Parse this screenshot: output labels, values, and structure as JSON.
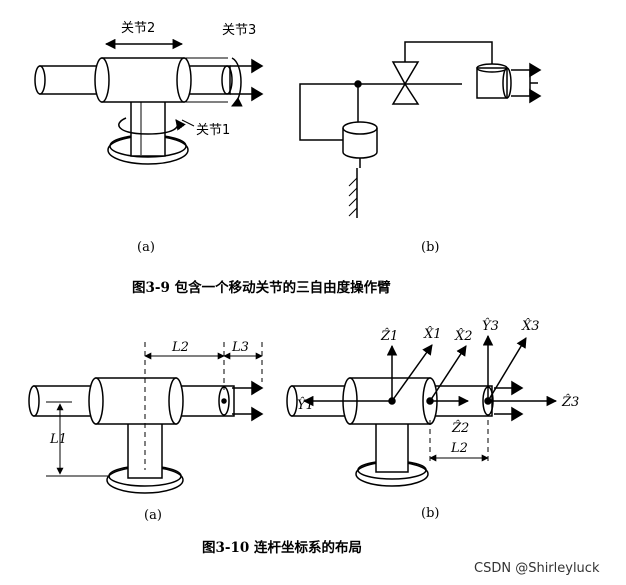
{
  "fig9": {
    "joint2_label": "关节2",
    "joint3_label": "关节3",
    "joint1_label": "关节1",
    "sub_a": "(a)",
    "sub_b": "(b)",
    "caption": "图3-9  包含一个移动关节的三自由度操作臂"
  },
  "fig10": {
    "L1": "L1",
    "L2_top": "L2",
    "L3": "L3",
    "L2_bottom": "L2",
    "Z1": "Ẑ1",
    "X1": "X̂1",
    "X2": "X̂2",
    "Y3": "Ŷ3",
    "X3": "X̂3",
    "Y1": "Ŷ1",
    "Z2": "Ẑ2",
    "Z3": "Ẑ3",
    "sub_a": "(a)",
    "sub_b": "(b)",
    "caption": "图3-10  连杆坐标系的布局"
  },
  "watermark": "CSDN @Shirleyluck"
}
